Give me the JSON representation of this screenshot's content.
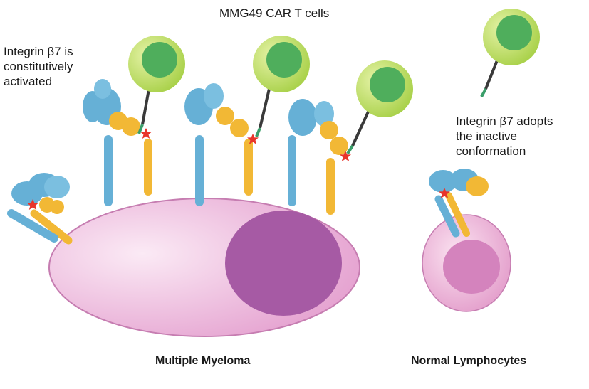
{
  "labels": {
    "car_t_title": "MMG49 CAR T cells",
    "beta7_active": [
      "Integrin β7 is",
      "constitutively",
      "activated"
    ],
    "beta7_inactive": [
      "Integrin β7 adopts",
      "the inactive",
      "conformation"
    ],
    "myeloma": "Multiple Myeloma",
    "lymphocytes": "Normal Lymphocytes"
  },
  "colors": {
    "cart_cell_outer": "#b9dc5a",
    "cart_cell_nucleus": "#4fae5c",
    "myeloma_cell": "#ebb6dc",
    "myeloma_nucleus": "#a65aa4",
    "lymphocyte_cell": "#ebb3d7",
    "lymphocyte_nucleus": "#d483bd",
    "integrin_alpha": "#66b0d6",
    "integrin_beta7": "#f2b835",
    "epitope_star": "#e8352b"
  },
  "icons": [
    "car-t-cell",
    "integrin-dimer",
    "epitope-star",
    "myeloma-cell",
    "lymphocyte-cell"
  ]
}
